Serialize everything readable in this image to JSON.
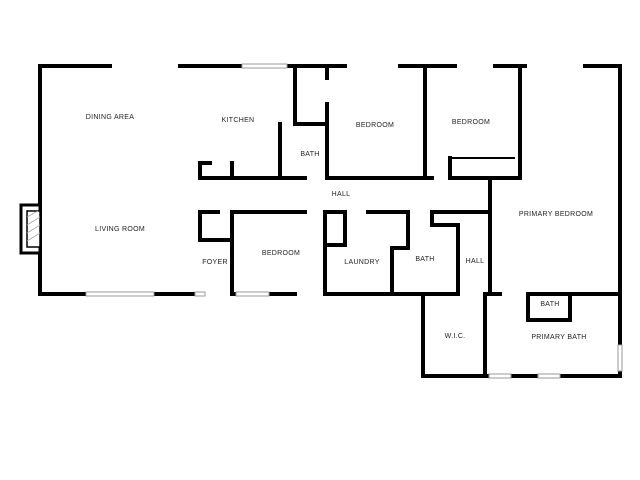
{
  "rooms": {
    "dining_area": "DINING AREA",
    "kitchen": "KITCHEN",
    "bedroom_1": "BEDROOM",
    "bedroom_2": "BEDROOM",
    "bath_1": "BATH",
    "hall_1": "HALL",
    "living_room": "LIVING ROOM",
    "foyer": "FOYER",
    "bedroom_3": "BEDROOM",
    "laundry": "LAUNDRY",
    "bath_2": "BATH",
    "hall_2": "HALL",
    "primary_bedroom": "PRIMARY BEDROOM",
    "wic": "W.I.C.",
    "bath_3": "BATH",
    "primary_bath": "PRIMARY BATH"
  }
}
